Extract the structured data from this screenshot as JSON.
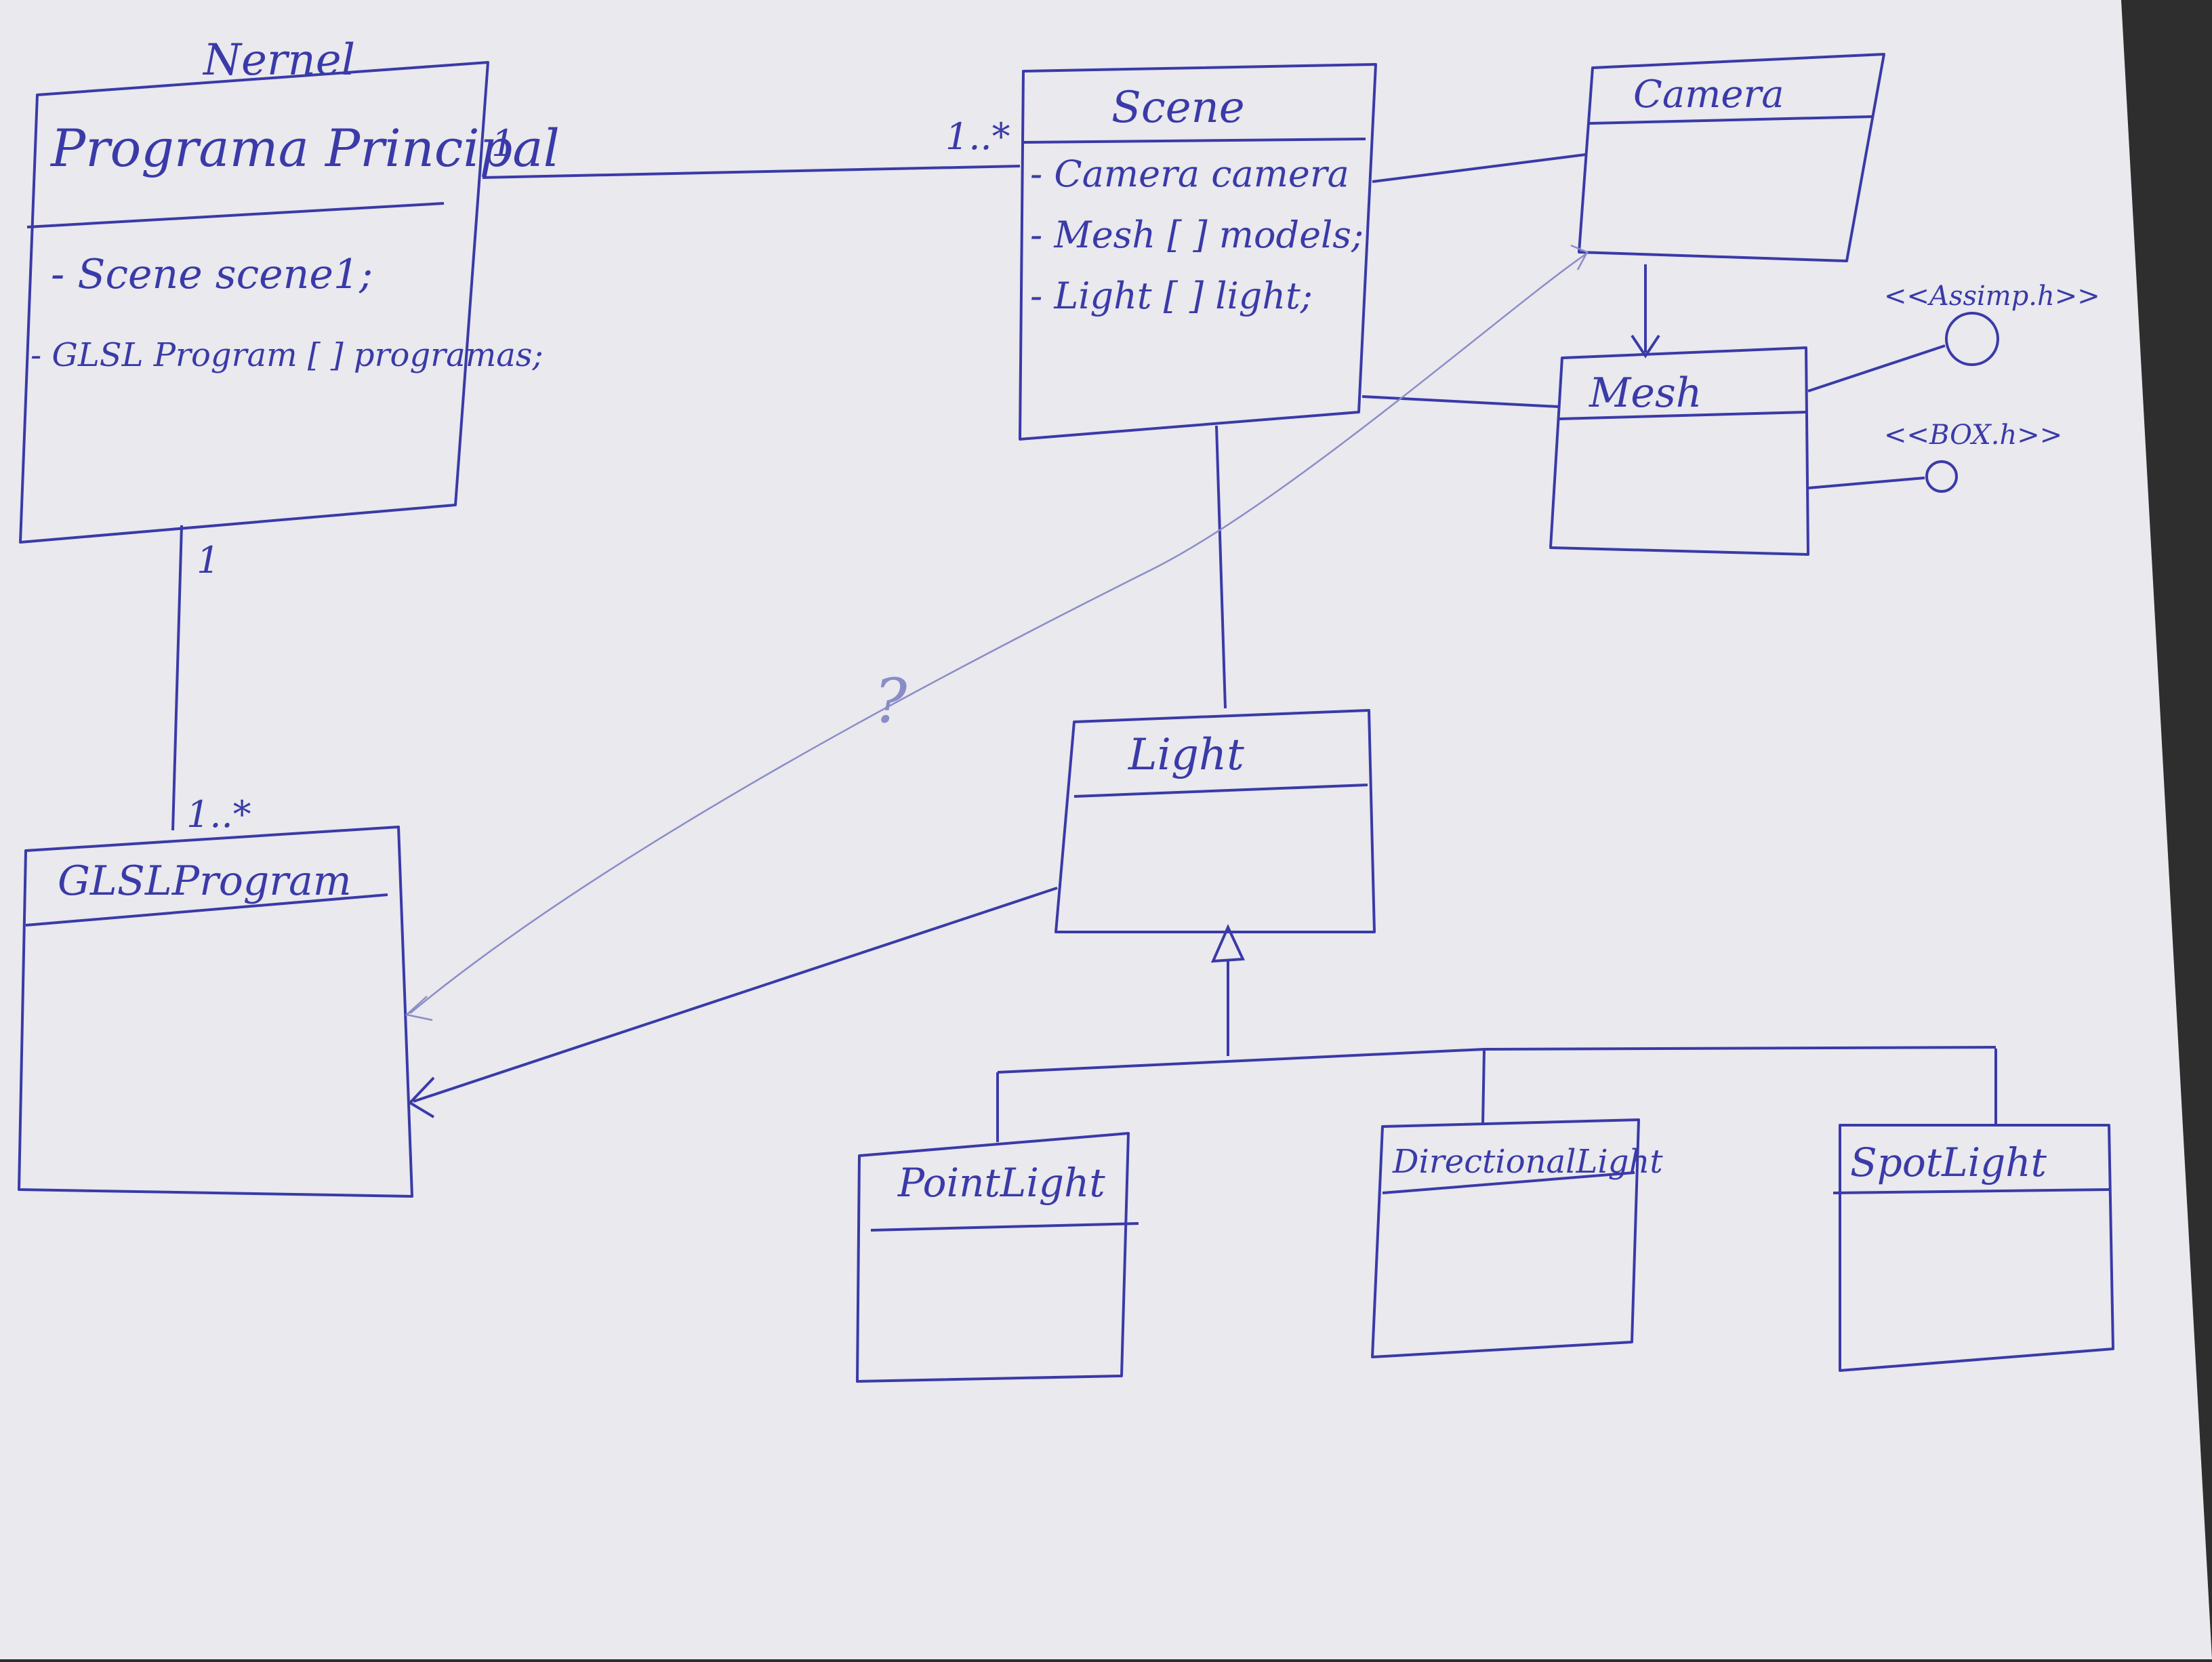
{
  "colors": {
    "ink": "#3a3aa8",
    "paper": "#e9e9ee",
    "paper_shadow": "#d3d4dc",
    "background": "#2e2e2e"
  },
  "package_label": "Nernel",
  "classes": {
    "principal": {
      "name": "Programa Principal",
      "attributes": [
        "- Scene   scene1;",
        "- GLSL Program [ ] programas;"
      ]
    },
    "scene": {
      "name": "Scene",
      "attributes": [
        "- Camera camera",
        "- Mesh [ ] models;",
        "- Light [ ] light;"
      ]
    },
    "camera": {
      "name": "Camera"
    },
    "mesh": {
      "name": "Mesh"
    },
    "glslprogram": {
      "name": "GLSLProgram"
    },
    "light": {
      "name": "Light"
    },
    "pointlight": {
      "name": "PointLight"
    },
    "directionallight": {
      "name": "DirectionalLight"
    },
    "spotlight": {
      "name": "SpotLight"
    }
  },
  "multiplicities": {
    "principal_scene_left": "1",
    "principal_scene_right": "1..*",
    "principal_glsl_top": "1",
    "principal_glsl_bottom": "1..*"
  },
  "interfaces": {
    "assimp": "<<Assimp.h>>",
    "box": "<<BOX.h>>"
  },
  "question_mark": "?"
}
